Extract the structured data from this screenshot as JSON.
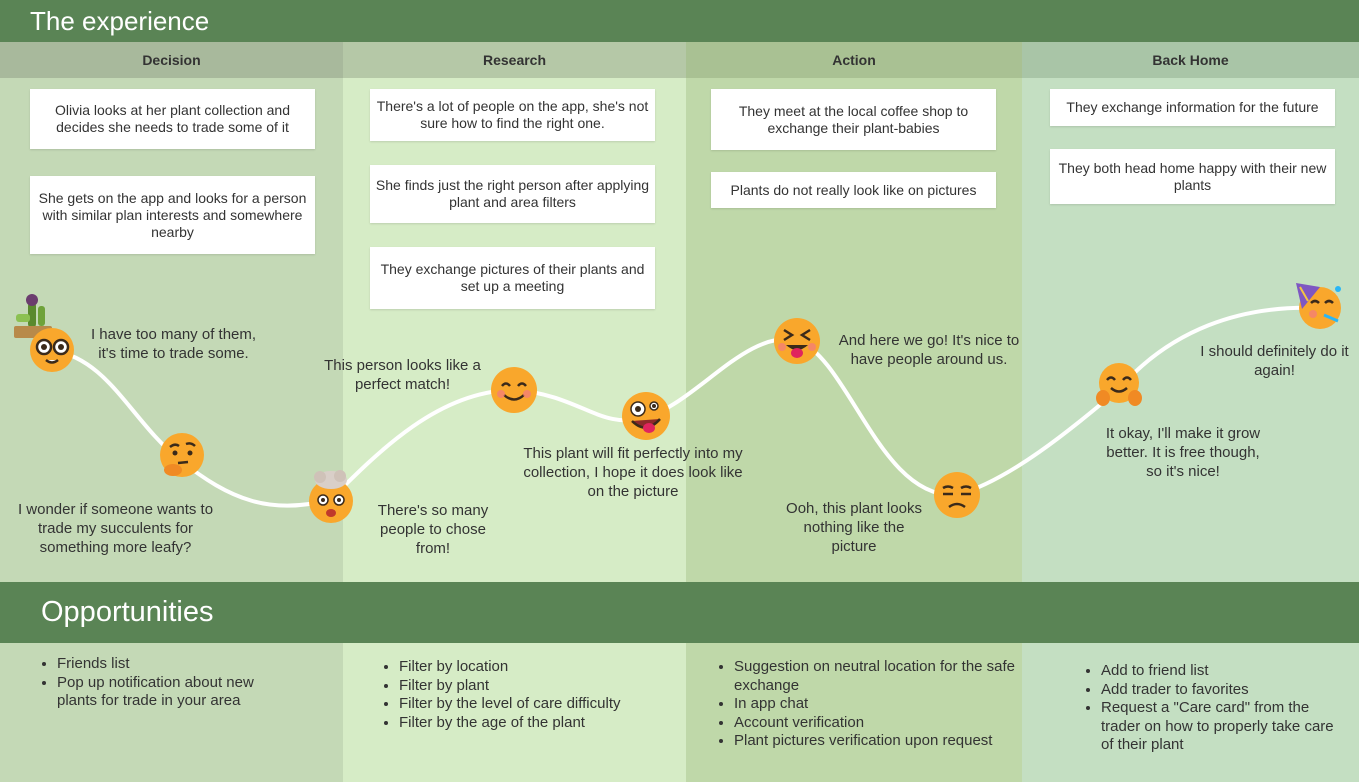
{
  "header": {
    "title": "The experience"
  },
  "opportunities_header": {
    "title": "Opportunities"
  },
  "columns": [
    {
      "name": "Decision",
      "cards": [
        "Olivia looks at her plant collection and decides she needs to trade some of it",
        "She gets on the app and looks for a person with similar plan interests and somewhere nearby"
      ],
      "notes": [
        "I have too many of them, it's time to trade some.",
        "I wonder if someone wants to trade my succulents for something more leafy?"
      ],
      "opportunities": [
        "Friends list",
        "Pop up notification about new plants for trade in your area"
      ]
    },
    {
      "name": "Research",
      "cards": [
        "There's a lot of people on the app, she's not sure how to find the right one.",
        "She finds just the right person after applying plant and area filters",
        "They exchange pictures of their plants and set up a meeting"
      ],
      "notes": [
        "This person looks like a perfect match!",
        "There's so many people to chose from!",
        "This plant will fit perfectly into my collection, I hope it does look like on the picture"
      ],
      "opportunities": [
        "Filter by location",
        "Filter by plant",
        "Filter by the level of care difficulty",
        "Filter by the age of the plant"
      ]
    },
    {
      "name": "Action",
      "cards": [
        "They meet at the local coffee shop to exchange their plant-babies",
        "Plants do not really look like on pictures"
      ],
      "notes": [
        "And here we go! It's nice to have people around us.",
        "Ooh, this plant looks nothing like the picture"
      ],
      "opportunities": [
        "Suggestion on neutral location for the safe exchange",
        "In app chat",
        "Account verification",
        "Plant pictures verification upon request"
      ]
    },
    {
      "name": "Back Home",
      "cards": [
        "They exchange information for the future",
        "They both head home happy with their new plants"
      ],
      "notes": [
        "I should definitely do it again!",
        "It okay, I'll make it grow better. It is free though, so it's nice!"
      ],
      "opportunities": [
        "Add to friend list",
        "Add trader to favorites",
        "Request a \"Care card\" from the trader on how to properly take care of their plant"
      ]
    }
  ],
  "emotions": [
    {
      "icon": "nerd-face-with-plant-icon"
    },
    {
      "icon": "thinking-face-icon"
    },
    {
      "icon": "exploding-head-icon"
    },
    {
      "icon": "smiling-face-icon"
    },
    {
      "icon": "zany-face-icon"
    },
    {
      "icon": "squinting-tongue-face-icon"
    },
    {
      "icon": "unamused-face-icon"
    },
    {
      "icon": "hugging-face-icon"
    },
    {
      "icon": "partying-face-icon"
    }
  ],
  "colors": {
    "band": "#5a8455",
    "decision_bg": "#c4d9b6",
    "research_bg": "#d6ecc6",
    "action_bg": "#bfd8a9",
    "back_home_bg": "#c4dfc2",
    "emoji_face": "#f9a72c"
  }
}
